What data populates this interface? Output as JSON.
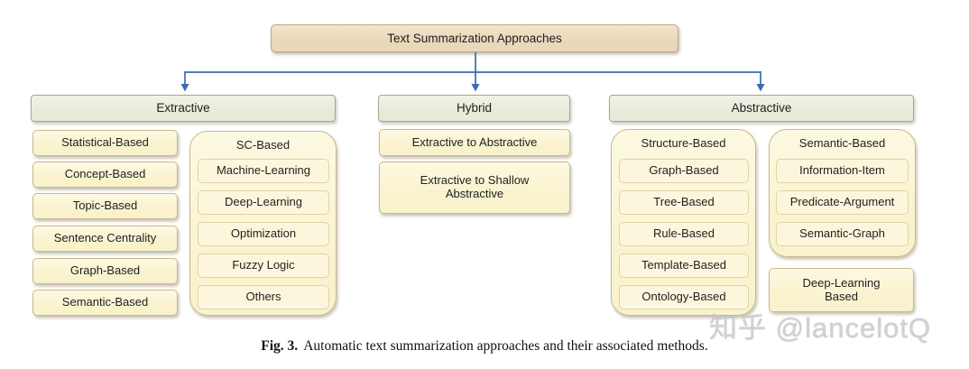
{
  "colors": {
    "connector-blue": "#3a6cb0",
    "node-fill": "#f9f2cc",
    "node-border": "#c7b98a",
    "inner-fill": "#fcf7dc",
    "inner-border": "#ded4a8",
    "header-fill": "#e6ebd7",
    "header-border": "#a2a894",
    "root-fill": "#ead8ba",
    "root-border": "#bda67e",
    "text": "#1f1f1f",
    "watermark": "#c9c9c9"
  },
  "root": {
    "label": "Text Summarization Approaches"
  },
  "branches": {
    "extractive": {
      "header": "Extractive",
      "items": [
        "Statistical-Based",
        "Concept-Based",
        "Topic-Based",
        "Sentence Centrality",
        "Graph-Based",
        "Semantic-Based"
      ],
      "group": {
        "title": "SC-Based",
        "items": [
          "Machine-Learning",
          "Deep-Learning",
          "Optimization",
          "Fuzzy Logic",
          "Others"
        ]
      }
    },
    "hybrid": {
      "header": "Hybrid",
      "items": [
        "Extractive to Abstractive",
        "Extractive to Shallow Abstractive"
      ]
    },
    "abstractive": {
      "header": "Abstractive",
      "groups": [
        {
          "title": "Structure-Based",
          "items": [
            "Graph-Based",
            "Tree-Based",
            "Rule-Based",
            "Template-Based",
            "Ontology-Based"
          ]
        },
        {
          "title": "Semantic-Based",
          "items": [
            "Information-Item",
            "Predicate-Argument",
            "Semantic-Graph"
          ]
        }
      ],
      "extra": "Deep-Learning Based"
    }
  },
  "watermark": {
    "text": "知乎 @lancelotQ"
  },
  "caption": {
    "label": "Fig. 3.",
    "text": "Automatic text summarization approaches and their associated methods."
  }
}
